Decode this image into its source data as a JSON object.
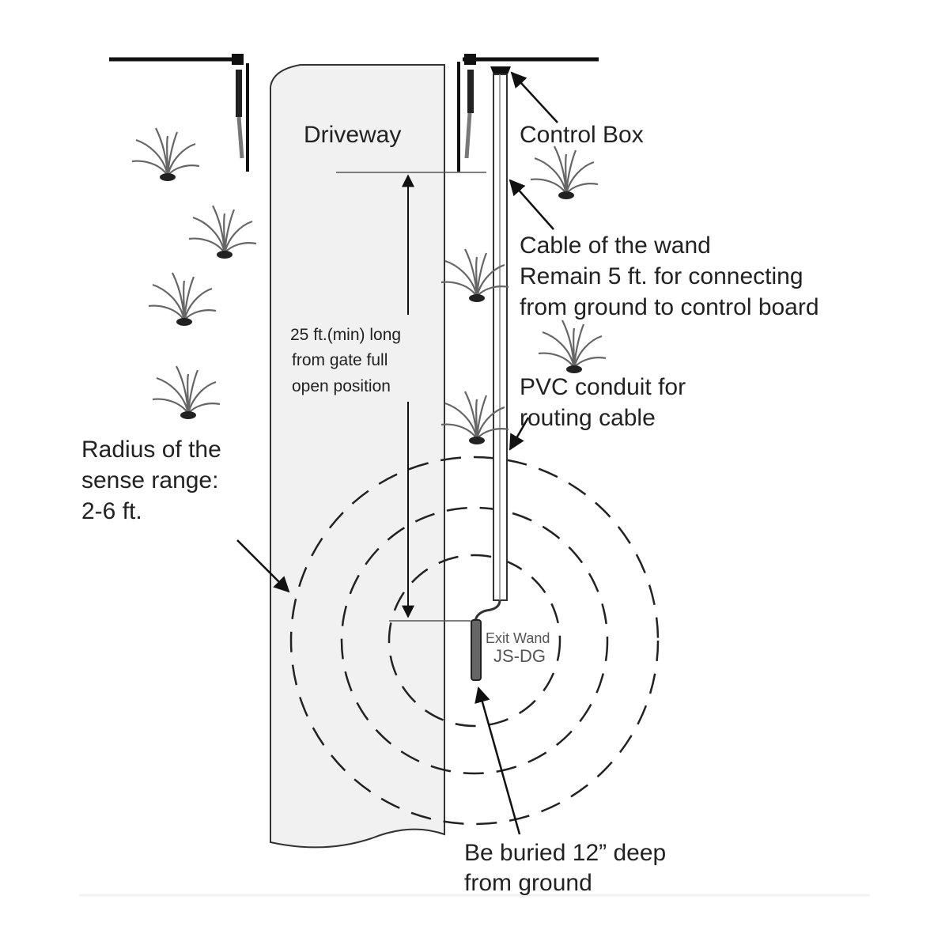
{
  "labels": {
    "driveway": "Driveway",
    "control_box": "Control Box",
    "cable_line1": "Cable of the wand",
    "cable_line2": "Remain 5 ft. for connecting",
    "cable_line3": "from ground to control board",
    "pvc_line1": "PVC conduit for",
    "pvc_line2": "routing cable",
    "length_line1": "25 ft.(min) long",
    "length_line2": "from gate full",
    "length_line3": "open position",
    "radius_line1": "Radius of the",
    "radius_line2": "sense range:",
    "radius_line3": "2-6 ft.",
    "wand_line1": "Exit Wand",
    "wand_line2": "JS-DG",
    "buried_line1": "Be buried 12” deep",
    "buried_line2": "from ground"
  }
}
